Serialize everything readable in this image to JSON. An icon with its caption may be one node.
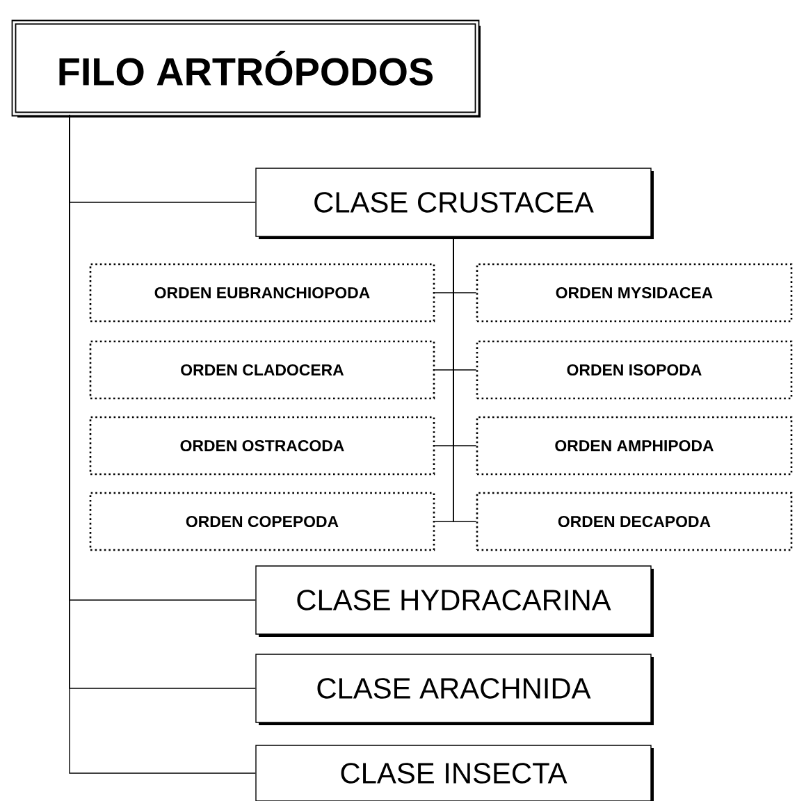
{
  "diagram": {
    "nodes": [
      {
        "text": [
          "FILO ARTRÓPODOS"
        ]
      },
      {
        "text": [
          "CLASE CRUSTACEA"
        ]
      },
      {
        "text": [
          "ORDEN EUBRANCHIOPODA"
        ]
      },
      {
        "text": [
          "ORDEN MYSIDACEA"
        ]
      },
      {
        "text": [
          "ORDEN CLADOCERA"
        ]
      },
      {
        "text": [
          "ORDEN ISOPODA"
        ]
      },
      {
        "text": [
          "ORDEN OSTRACODA"
        ]
      },
      {
        "text": [
          "ORDEN AMPHIPODA"
        ]
      },
      {
        "text": [
          "ORDEN COPEPODA"
        ]
      },
      {
        "text": [
          "ORDEN DECAPODA"
        ]
      },
      {
        "text": [
          "CLASE HYDRACARINA"
        ]
      },
      {
        "text": [
          "CLASE ARACHNIDA"
        ]
      },
      {
        "text": [
          "CLASE INSECTA"
        ]
      }
    ],
    "edges": [
      {
        "from": 0,
        "to": 1,
        "arrow": "none"
      },
      {
        "from": 1,
        "to": 2,
        "arrow": "none"
      },
      {
        "from": 1,
        "to": 3,
        "arrow": "none"
      },
      {
        "from": 1,
        "to": 4,
        "arrow": "none"
      },
      {
        "from": 1,
        "to": 5,
        "arrow": "none"
      },
      {
        "from": 1,
        "to": 6,
        "arrow": "none"
      },
      {
        "from": 1,
        "to": 7,
        "arrow": "none"
      },
      {
        "from": 1,
        "to": 8,
        "arrow": "none"
      },
      {
        "from": 1,
        "to": 9,
        "arrow": "none"
      },
      {
        "from": 0,
        "to": 10,
        "arrow": "none"
      },
      {
        "from": 0,
        "to": 11,
        "arrow": "none"
      },
      {
        "from": 0,
        "to": 12,
        "arrow": "none"
      }
    ]
  }
}
